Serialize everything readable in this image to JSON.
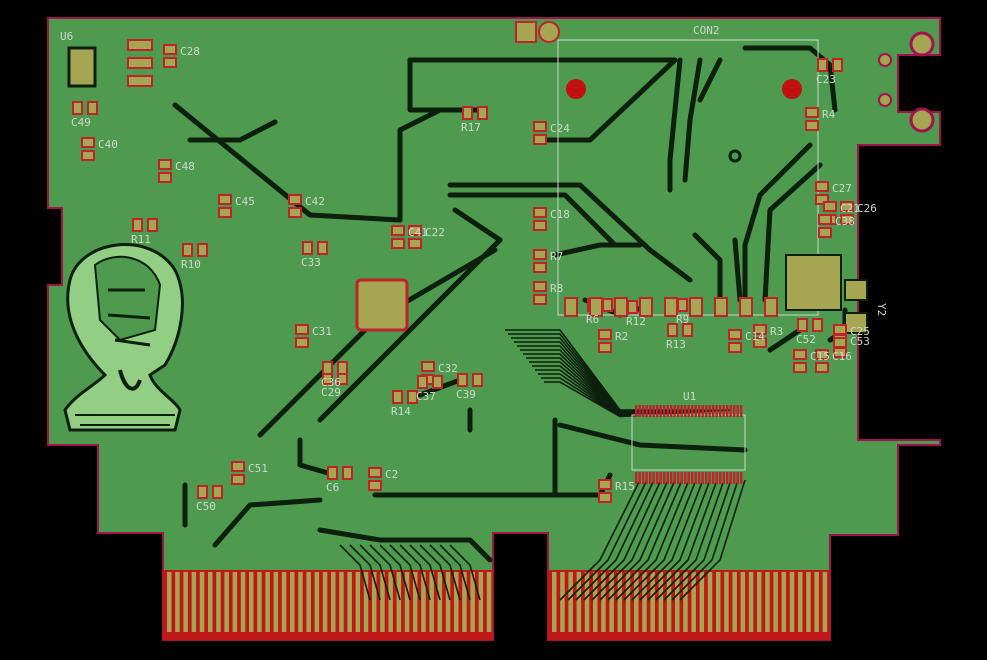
{
  "view": {
    "title": "PCB layout view",
    "colors": {
      "board_fill": "#4e9a4e",
      "outline": "#a3124f",
      "trace": "#0d1f0d",
      "pad_fill": "#a6a552",
      "pad_edge": "#c0222a",
      "silk": "#cfd8cf",
      "background": "#000000"
    }
  },
  "connector": {
    "name": "CON2"
  },
  "chip": {
    "name": "U1"
  },
  "crystal": {
    "name": "Y2"
  },
  "ic6": {
    "name": "U6"
  },
  "components": [
    "C23",
    "C28",
    "C49",
    "C40",
    "C48",
    "C42",
    "C45",
    "R11",
    "R10",
    "C50",
    "C51",
    "C6",
    "C2",
    "C29",
    "C36",
    "R14",
    "C39",
    "C32",
    "C37",
    "C31",
    "C33",
    "C41",
    "C22",
    "C18",
    "R7",
    "R8",
    "C24",
    "R17",
    "R4",
    "C27",
    "C26",
    "C21",
    "C38",
    "R12",
    "R13",
    "R9",
    "C14",
    "R3",
    "C15",
    "C16",
    "C53",
    "C52",
    "C25",
    "R6",
    "R2",
    "R15"
  ]
}
